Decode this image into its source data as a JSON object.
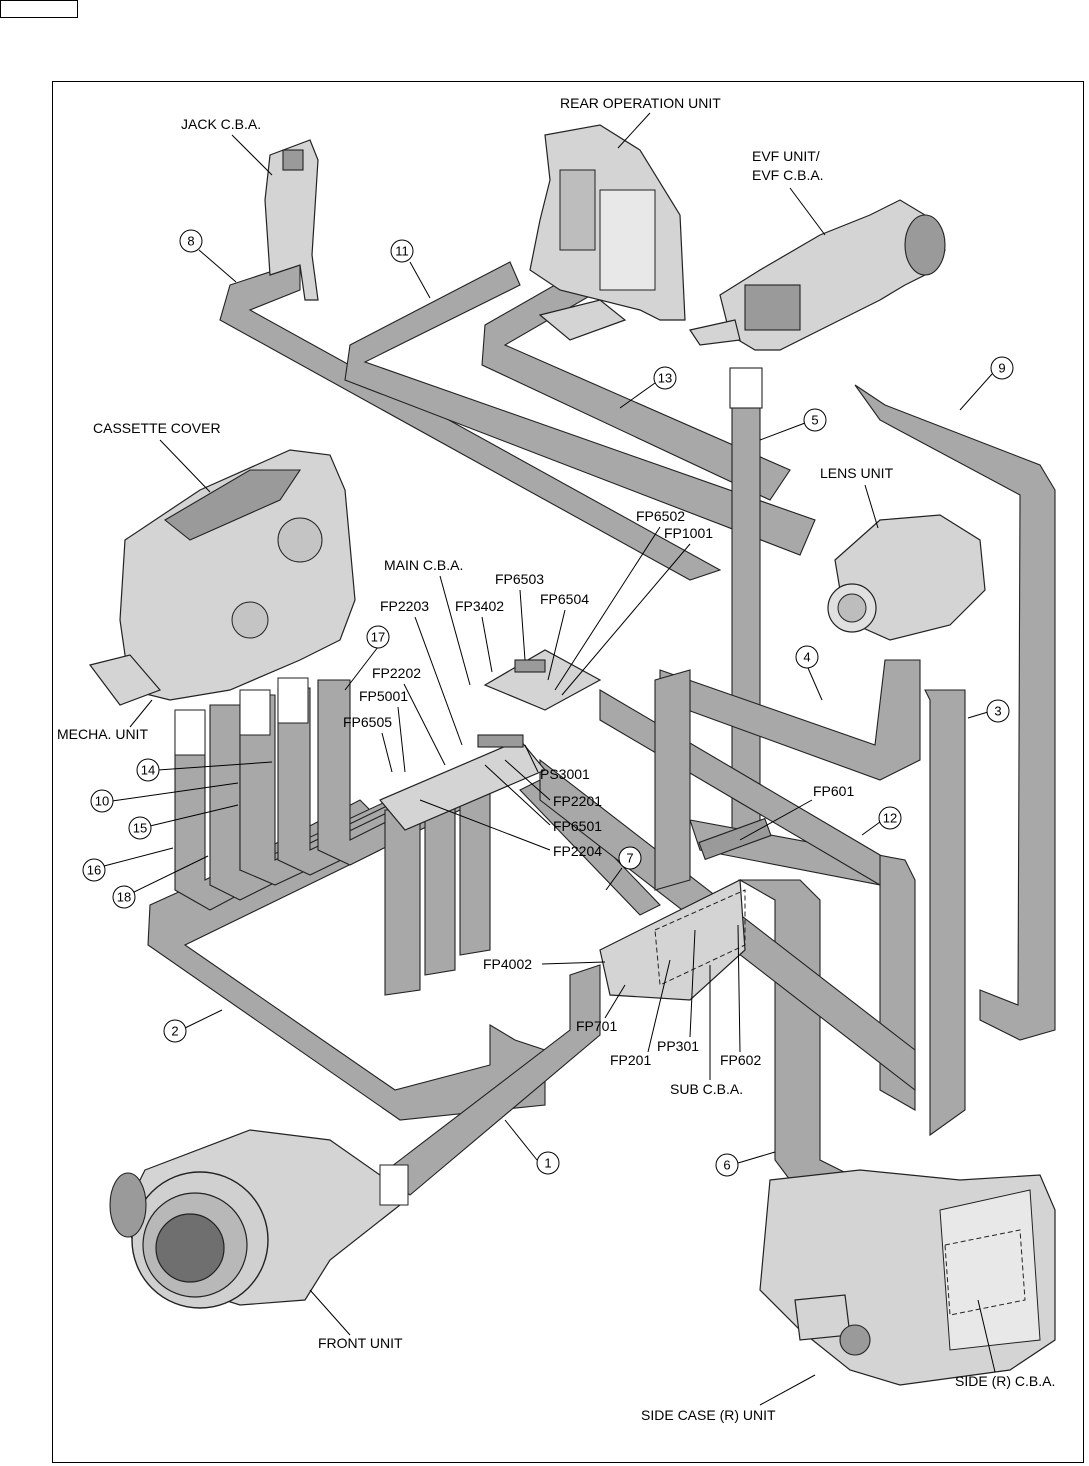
{
  "units": {
    "jack_cba": "JACK C.B.A.",
    "rear_operation_unit": "REAR OPERATION UNIT",
    "evf_unit_line1": "EVF UNIT/",
    "evf_unit_line2": "EVF C.B.A.",
    "cassette_cover": "CASSETTE COVER",
    "lens_unit": "LENS UNIT",
    "main_cba": "MAIN C.B.A.",
    "mecha_unit": "MECHA. UNIT",
    "sub_cba": "SUB C.B.A.",
    "front_unit": "FRONT UNIT",
    "side_r_cba": "SIDE (R) C.B.A.",
    "side_case_r_unit": "SIDE CASE (R) UNIT"
  },
  "connectors": {
    "fp6502": "FP6502",
    "fp1001": "FP1001",
    "fp6503": "FP6503",
    "fp6504": "FP6504",
    "fp2203": "FP2203",
    "fp3402": "FP3402",
    "fp2202": "FP2202",
    "fp5001": "FP5001",
    "fp6505": "FP6505",
    "ps3001": "PS3001",
    "fp2201": "FP2201",
    "fp6501": "FP6501",
    "fp2204": "FP2204",
    "fp601": "FP601",
    "fp4002": "FP4002",
    "fp701": "FP701",
    "fp201": "FP201",
    "pp301": "PP301",
    "fp602": "FP602"
  },
  "callouts": [
    "1",
    "2",
    "3",
    "4",
    "5",
    "6",
    "7",
    "8",
    "9",
    "10",
    "11",
    "12",
    "13",
    "14",
    "15",
    "16",
    "17",
    "18"
  ]
}
